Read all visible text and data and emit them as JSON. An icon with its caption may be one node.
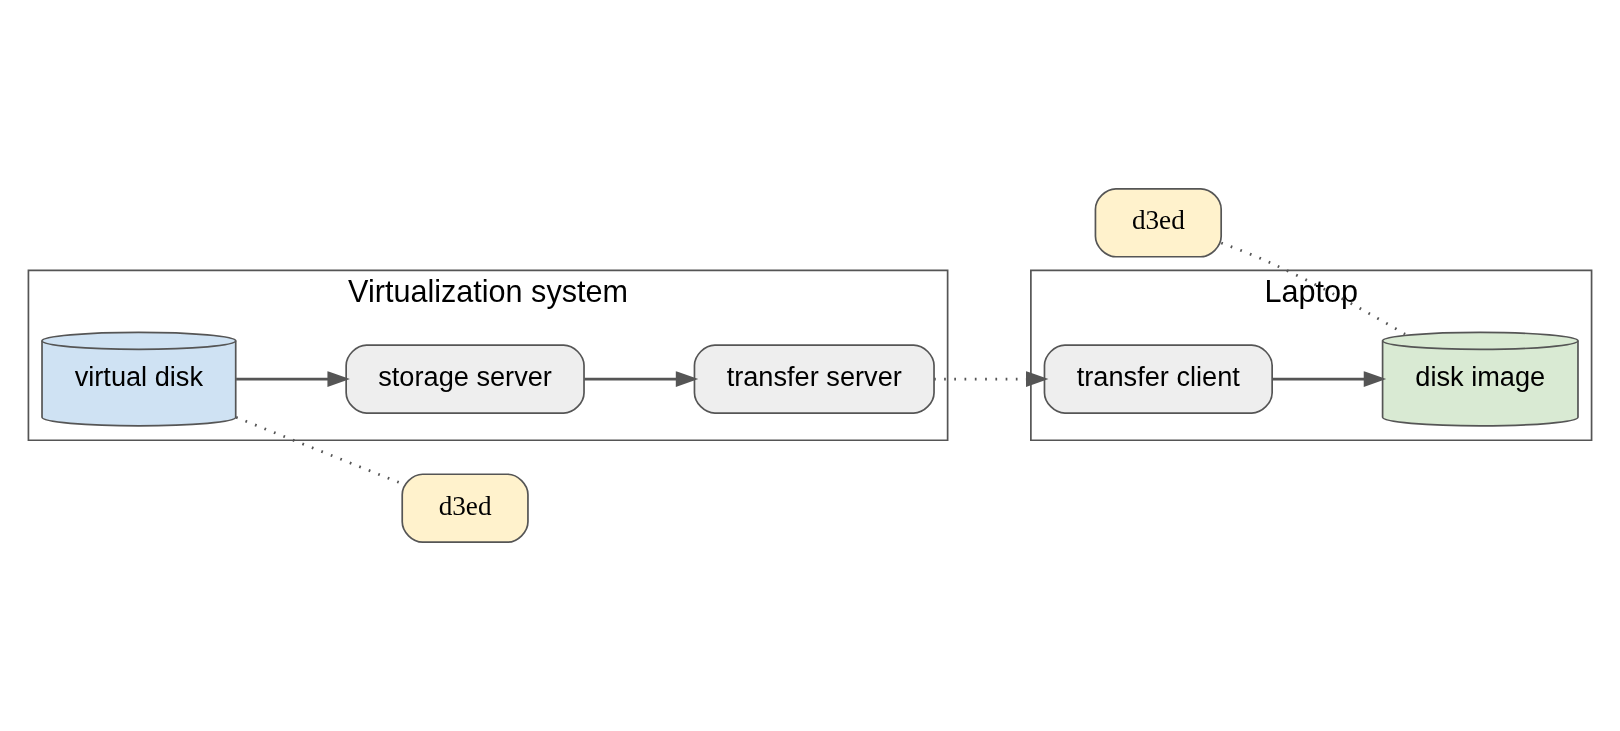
{
  "diagram": {
    "nodes": [
      {
        "text": [
          "Virtualization system"
        ]
      },
      {
        "text": [
          "storage server"
        ],
        "in": 0
      },
      {
        "text": [
          "transfer server"
        ],
        "in": 0
      },
      {
        "text": [
          "virtual disk"
        ],
        "in": 0
      },
      {
        "text": [
          "Laptop"
        ]
      },
      {
        "text": [
          "transfer client"
        ],
        "in": 4
      },
      {
        "text": [
          "disk image"
        ],
        "in": 4
      },
      {
        "text": [
          "d3ed"
        ]
      },
      {
        "text": [
          "d3ed"
        ]
      }
    ],
    "edges": [
      {
        "from": 1,
        "to": 2,
        "arrow": "to"
      },
      {
        "from": 3,
        "to": 1,
        "arrow": "to"
      },
      {
        "from": 2,
        "to": 5,
        "arrow": "to",
        "style": "dashed"
      },
      {
        "from": 3,
        "to": 7,
        "arrow": "none",
        "style": "dashed"
      },
      {
        "from": 8,
        "to": 6,
        "arrow": "none",
        "style": "dashed"
      },
      {
        "from": 5,
        "to": 6,
        "arrow": "to"
      }
    ]
  }
}
